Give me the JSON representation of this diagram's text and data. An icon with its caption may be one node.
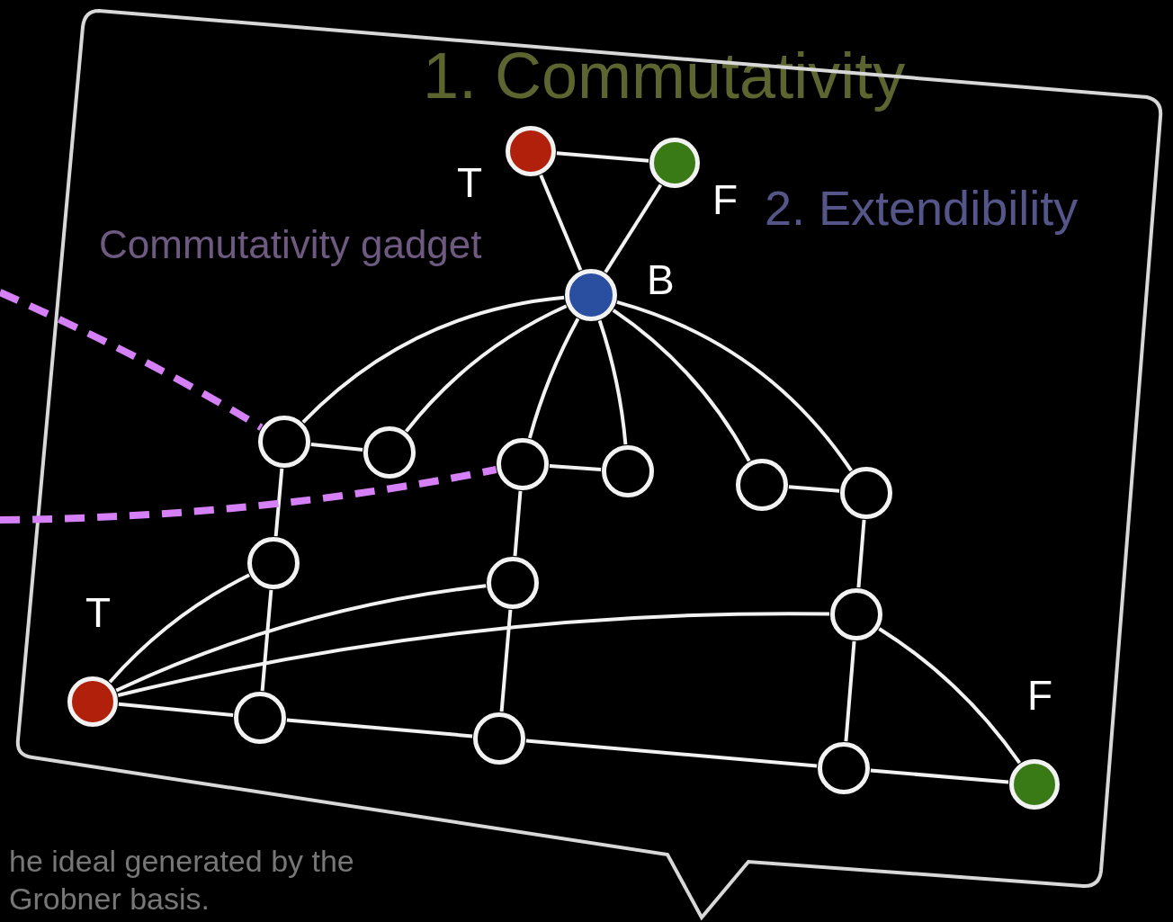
{
  "diagram": {
    "nodes": [
      {
        "text": [],
        "shape": "circle",
        "beside": [
          "T"
        ]
      },
      {
        "text": [],
        "shape": "circle",
        "beside": [
          "F"
        ]
      },
      {
        "text": [],
        "shape": "circle",
        "beside": [
          "B"
        ]
      },
      {
        "text": [],
        "shape": "circle"
      },
      {
        "text": [],
        "shape": "circle"
      },
      {
        "text": [],
        "shape": "circle"
      },
      {
        "text": [],
        "shape": "circle"
      },
      {
        "text": [],
        "shape": "circle"
      },
      {
        "text": [],
        "shape": "circle"
      },
      {
        "text": [],
        "shape": "circle"
      },
      {
        "text": [],
        "shape": "circle"
      },
      {
        "text": [],
        "shape": "circle"
      },
      {
        "text": [],
        "shape": "circle",
        "beside": [
          "T"
        ]
      },
      {
        "text": [],
        "shape": "circle"
      },
      {
        "text": [],
        "shape": "circle"
      },
      {
        "text": [],
        "shape": "circle"
      },
      {
        "text": [],
        "shape": "circle",
        "beside": [
          "F"
        ]
      }
    ],
    "edges": [
      {
        "from": 0,
        "to": 1,
        "arrow": "none"
      },
      {
        "from": 0,
        "to": 2,
        "arrow": "none"
      },
      {
        "from": 1,
        "to": 2,
        "arrow": "none"
      },
      {
        "from": 2,
        "to": 3,
        "arrow": "none"
      },
      {
        "from": 2,
        "to": 4,
        "arrow": "none"
      },
      {
        "from": 2,
        "to": 5,
        "arrow": "none"
      },
      {
        "from": 2,
        "to": 6,
        "arrow": "none"
      },
      {
        "from": 2,
        "to": 7,
        "arrow": "none"
      },
      {
        "from": 2,
        "to": 8,
        "arrow": "none"
      },
      {
        "from": 3,
        "to": 4,
        "arrow": "none"
      },
      {
        "from": 5,
        "to": 6,
        "arrow": "none"
      },
      {
        "from": 7,
        "to": 8,
        "arrow": "none"
      },
      {
        "from": 3,
        "to": 9,
        "arrow": "none"
      },
      {
        "from": 5,
        "to": 10,
        "arrow": "none"
      },
      {
        "from": 8,
        "to": 11,
        "arrow": "none"
      },
      {
        "from": 9,
        "to": 13,
        "arrow": "none"
      },
      {
        "from": 10,
        "to": 14,
        "arrow": "none"
      },
      {
        "from": 11,
        "to": 15,
        "arrow": "none"
      },
      {
        "from": 12,
        "to": 9,
        "arrow": "none"
      },
      {
        "from": 12,
        "to": 10,
        "arrow": "none"
      },
      {
        "from": 12,
        "to": 11,
        "arrow": "none"
      },
      {
        "from": 12,
        "to": 13,
        "arrow": "none"
      },
      {
        "from": 13,
        "to": 14,
        "arrow": "none"
      },
      {
        "from": 14,
        "to": 15,
        "arrow": "none"
      },
      {
        "from": 15,
        "to": 16,
        "arrow": "none"
      },
      {
        "from": 11,
        "to": 16,
        "arrow": "none"
      },
      {
        "from": null,
        "to": 3,
        "arrow": "none",
        "style": "dashed",
        "color": "#d580f7"
      },
      {
        "from": null,
        "to": 5,
        "arrow": "none",
        "style": "dashed",
        "color": "#d580f7"
      }
    ],
    "labels": [
      "1. Commutativity",
      "2. Extendibility",
      "Commutativity gadget",
      "he ideal generated by the",
      "Grobner basis."
    ]
  }
}
